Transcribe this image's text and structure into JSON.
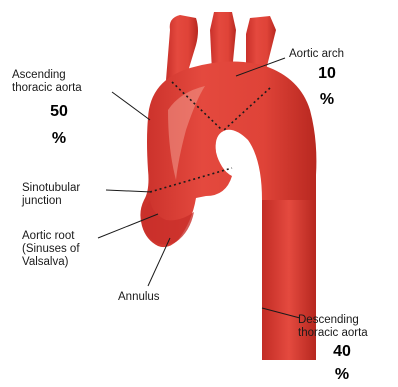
{
  "regions": {
    "ascending": {
      "label_line1": "Ascending",
      "label_line2": "thoracic aorta",
      "pct_value": "50",
      "pct_sign": "%"
    },
    "arch": {
      "label": "Aortic arch",
      "pct_value": "10",
      "pct_sign": "%"
    },
    "sinotubular": {
      "label_line1": "Sinotubular",
      "label_line2": "junction"
    },
    "root": {
      "label_line1": "Aortic root",
      "label_line2": "(Sinuses of",
      "label_line3": "Valsalva)"
    },
    "annulus": {
      "label": "Annulus"
    },
    "descending": {
      "label_line1": "Descending",
      "label_line2": "thoracic aorta",
      "pct_value": "40",
      "pct_sign": "%"
    }
  },
  "colors": {
    "aorta_fill": "#e2463c",
    "aorta_dark": "#b8261f",
    "aorta_highlight": "#f39a8e",
    "background": "#ffffff"
  }
}
